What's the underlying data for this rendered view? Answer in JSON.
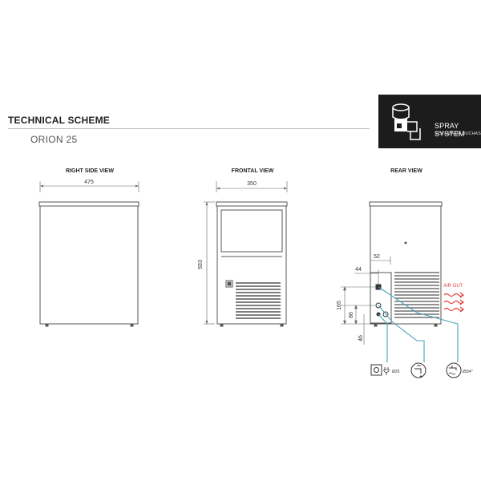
{
  "header": {
    "title": "TECHNICAL SCHEME",
    "model": "ORION 25"
  },
  "badge": {
    "line1": "SPRAY SYSTEM",
    "line2": "SISTEMA DE DUCHAS",
    "icon": "ice-machine-icon"
  },
  "views": {
    "side": {
      "title": "RIGHT SIDE VIEW",
      "width": "475"
    },
    "front": {
      "title": "FRONTAL VIEW",
      "width": "350",
      "height": "593"
    },
    "rear": {
      "title": "REAR VIEW",
      "dim_52": "52",
      "dim_44": "44",
      "dim_165": "165",
      "dim_86": "86",
      "dim_46": "46",
      "air_out": "AIR OUT"
    }
  },
  "connections": [
    {
      "icon": "power-plug-icon",
      "label": "Ø25"
    },
    {
      "icon": "water-drain-icon",
      "label": ""
    },
    {
      "icon": "water-inlet-icon",
      "label": "Ø3/4\""
    }
  ],
  "colors": {
    "callout": "#4aa3b8",
    "air_out": "#e23b3b",
    "line": "#555555"
  }
}
